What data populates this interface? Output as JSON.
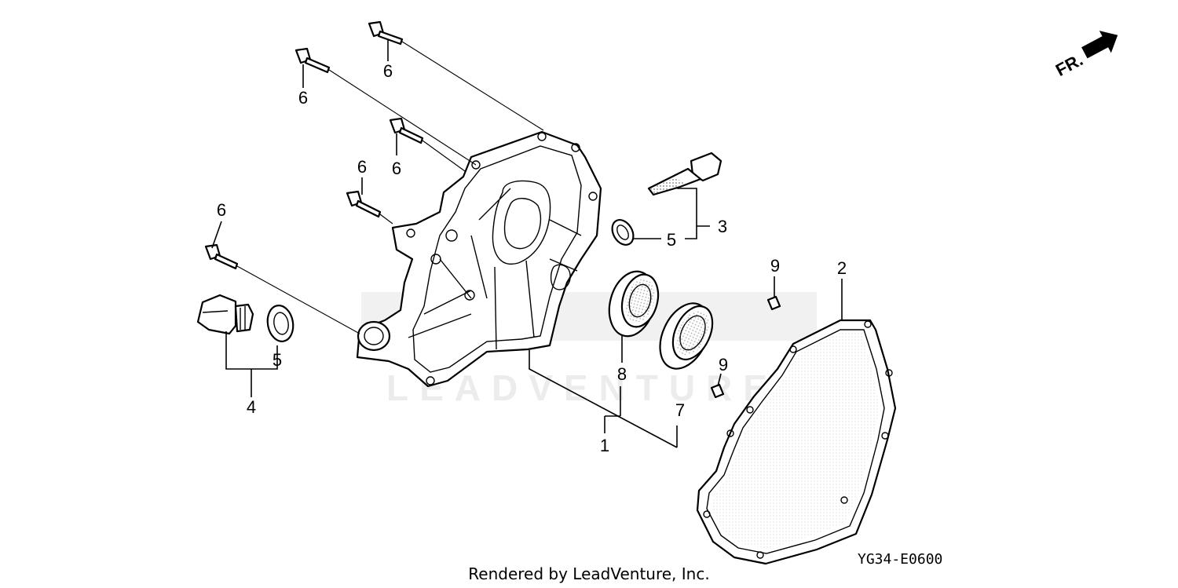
{
  "callouts": {
    "c1": "1",
    "c2": "2",
    "c3": "3",
    "c4": "4",
    "c5a": "5",
    "c5b": "5",
    "c6a": "6",
    "c6b": "6",
    "c6c": "6",
    "c6d": "6",
    "c6e": "6",
    "c7": "7",
    "c8": "8",
    "c9a": "9",
    "c9b": "9"
  },
  "front_indicator": "FR.",
  "diagram_code": "YG34-E0600",
  "credit": "Rendered by LeadVenture, Inc.",
  "watermark": "LEADVENTURE"
}
